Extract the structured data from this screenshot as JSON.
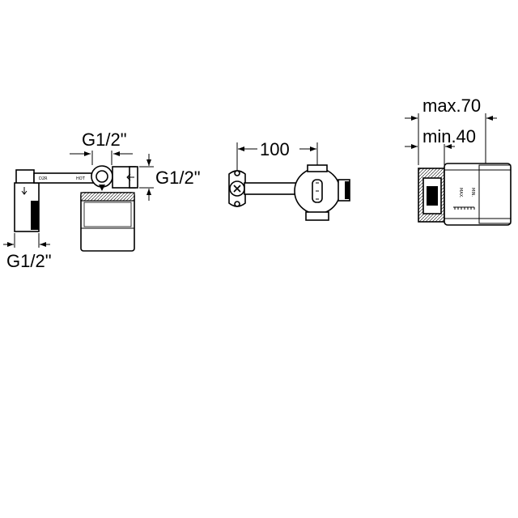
{
  "figure": {
    "left_view": {
      "top_dim": "G1/2\"",
      "right_dim": "G1/2\"",
      "bottom_dim": "G1/2\"",
      "inlet_mark_left": "D2R",
      "inlet_mark_right": "HOT"
    },
    "middle_view": {
      "width_dim": "100"
    },
    "right_view": {
      "max_dim": "max.70",
      "min_dim": "min.40",
      "scale_max": "MAX.",
      "scale_min": "MIN."
    }
  }
}
